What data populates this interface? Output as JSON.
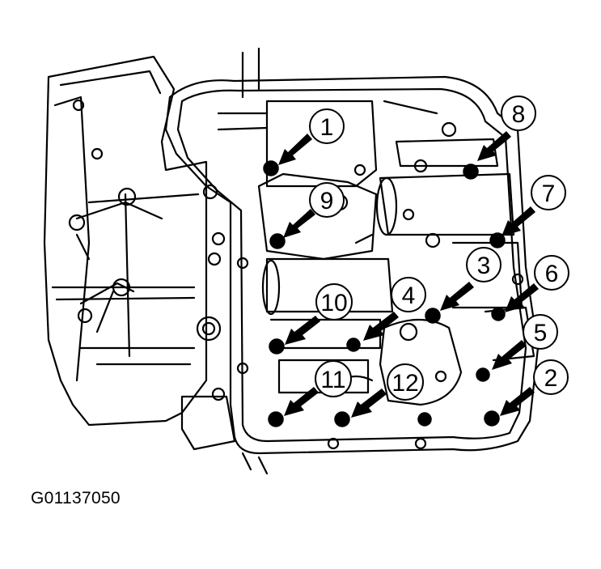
{
  "figure": {
    "id": "G01137050",
    "callouts": [
      "1",
      "2",
      "3",
      "4",
      "5",
      "6",
      "7",
      "8",
      "9",
      "10",
      "11",
      "12"
    ]
  },
  "colors": {
    "line": "#000000",
    "background": "#ffffff",
    "arrow": "#000000"
  }
}
